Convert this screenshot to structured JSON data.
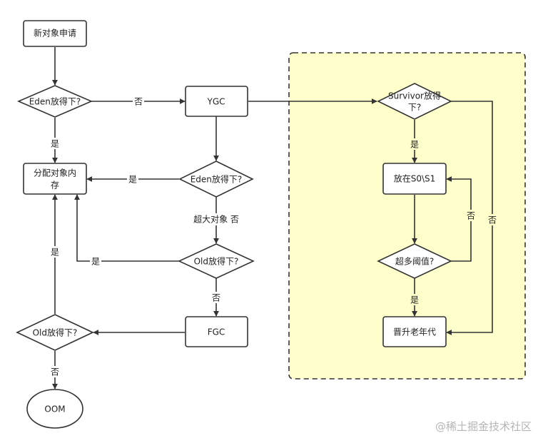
{
  "nodes": {
    "new_object_request": "新对象申请",
    "eden_check_1": "Eden放得下?",
    "ygc": "YGC",
    "allocate_memory": [
      "分配对象内",
      "存"
    ],
    "eden_check_2": "Eden放得下?",
    "old_check_1": "Old放得下?",
    "fgc": "FGC",
    "old_check_2": "Old放得下?",
    "oom": "OOM",
    "survivor_check": [
      "Survivor放得",
      "下?"
    ],
    "place_s0_s1": "放在S0\\S1",
    "exceed_threshold": "超多阈值?",
    "promote_old": "晋升老年代"
  },
  "edge_labels": {
    "eden1_to_ygc": "否",
    "eden1_to_alloc": "是",
    "eden2_to_alloc": "是",
    "eden2_to_old1": "超大对象 否",
    "old1_to_alloc": "是",
    "old1_to_fgc": "否",
    "old2_to_alloc": "是",
    "old2_to_oom": "否",
    "survivor_yes": "是",
    "survivor_no": "否",
    "threshold_no": "否",
    "threshold_yes": "是"
  },
  "colors": {
    "survivor_region_fill": "#ffffcc",
    "stroke": "#333333",
    "watermark": "#b5b5b5"
  },
  "watermark": "@稀土掘金技术社区"
}
